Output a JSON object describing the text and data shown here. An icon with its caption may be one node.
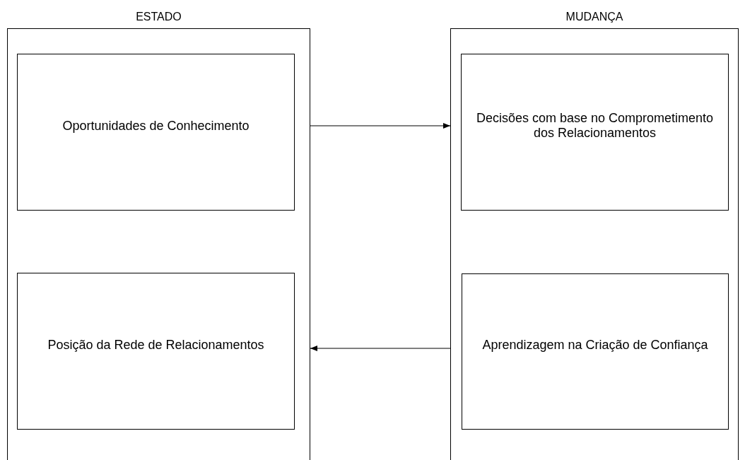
{
  "diagram": {
    "nodes": [
      {
        "text": [
          "ESTADO"
        ]
      },
      {
        "text": [
          "Oportunidades de Conhecimento"
        ],
        "in": 0
      },
      {
        "text": [
          "Posição da Rede de Relacionamentos"
        ],
        "in": 0
      },
      {
        "text": [
          "MUDANÇA"
        ]
      },
      {
        "text": [
          "Decisões com base no Comprometimento dos Relacionamentos"
        ],
        "in": 3
      },
      {
        "text": [
          "Aprendizagem na Criação de Confiança"
        ],
        "in": 3
      }
    ],
    "edges": [
      {
        "from": 0,
        "to": 3,
        "arrow": "to"
      },
      {
        "from": 3,
        "to": 0,
        "arrow": "to"
      }
    ]
  }
}
